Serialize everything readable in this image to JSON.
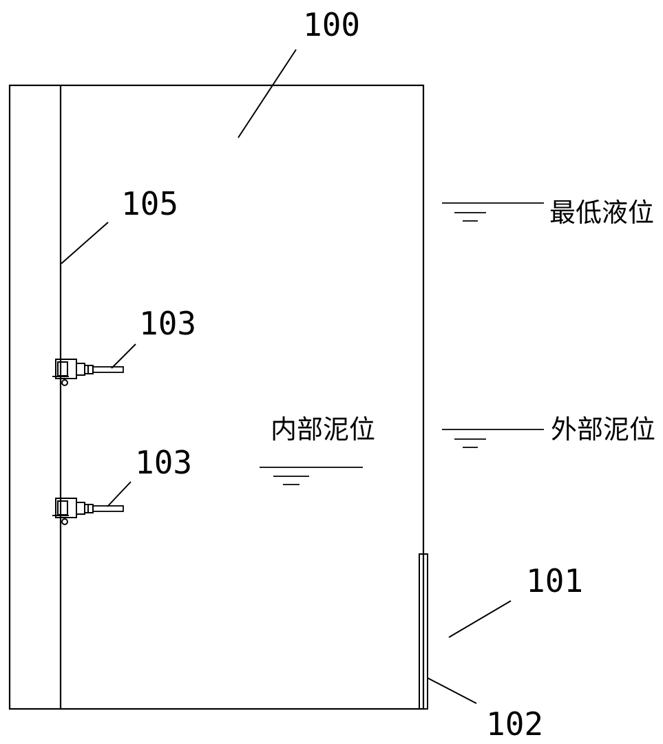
{
  "labels": {
    "tank": "100",
    "gap": "101",
    "plate": "102",
    "sensor_upper": "103",
    "sensor_lower": "103",
    "side_wall": "105"
  },
  "levels": {
    "min_liquid": "最低液位",
    "outer_mud": "外部泥位",
    "inner_mud": "内部泥位"
  }
}
